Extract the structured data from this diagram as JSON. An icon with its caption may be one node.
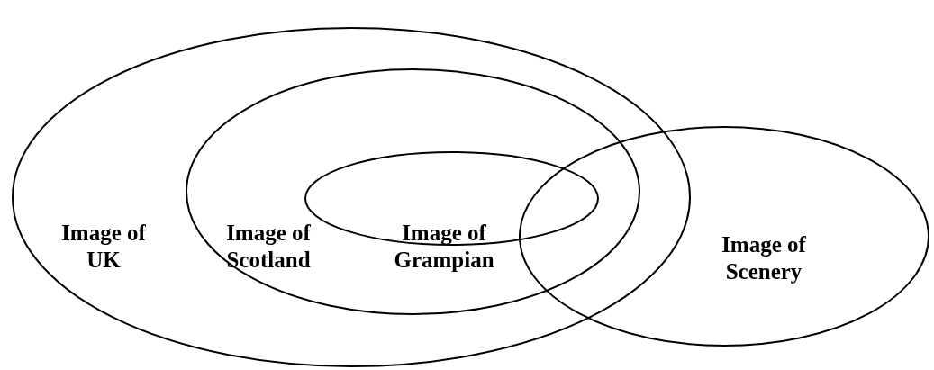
{
  "diagram": {
    "nodes": [
      {
        "text": [
          "Image of UK"
        ]
      },
      {
        "text": [
          "Image of Scotland"
        ],
        "in": 0
      },
      {
        "text": [
          "Image of Grampian"
        ],
        "in": 1
      },
      {
        "text": [
          "Image of Scenery"
        ]
      }
    ]
  }
}
